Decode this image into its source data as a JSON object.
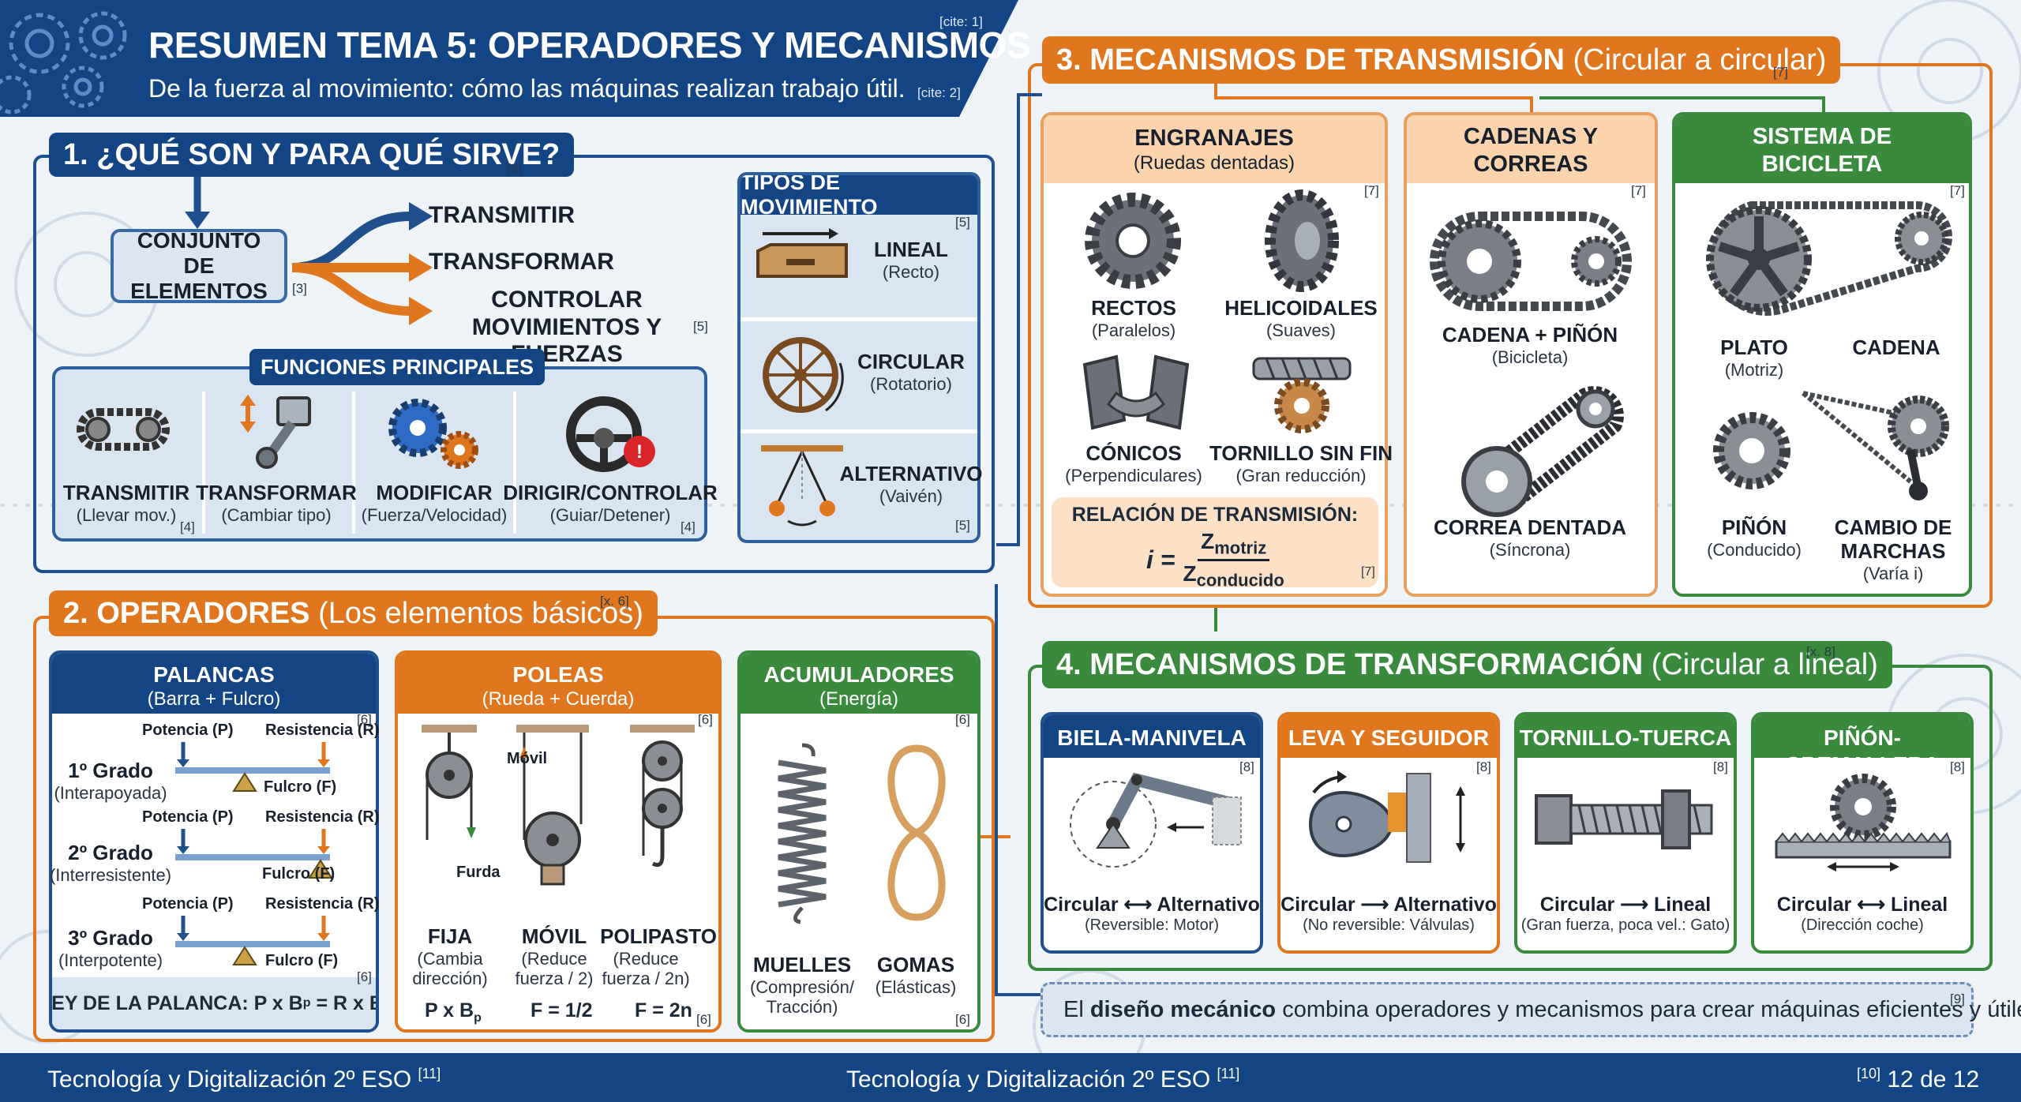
{
  "header": {
    "title": "RESUMEN TEMA 5: OPERADORES Y MECANISMOS",
    "subtitle": "De la fuerza al movimiento: cómo las máquinas realizan trabajo útil.",
    "cite_title": "[cite: 1]",
    "cite_subtitle": "[cite: 2]"
  },
  "s1": {
    "title": "1. ¿QUÉ SON Y PARA QUÉ SIRVE?",
    "cite": "[3]",
    "conjunto": "CONJUNTO DE ELEMENTOS",
    "conjunto_cite": "[3]",
    "branches": [
      "TRANSMITIR",
      "TRANSFORMAR",
      "CONTROLAR MOVIMIENTOS Y FUERZAS"
    ],
    "branches_cite": "[5]",
    "funciones_title": "FUNCIONES PRINCIPALES",
    "funciones": [
      {
        "name": "TRANSMITIR",
        "desc": "(Llevar mov.)",
        "cite": "[4]"
      },
      {
        "name": "TRANSFORMAR",
        "desc": "(Cambiar tipo)",
        "cite": ""
      },
      {
        "name": "MODIFICAR",
        "desc": "(Fuerza/Velocidad)",
        "cite": ""
      },
      {
        "name": "DIRIGIR/CONTROLAR",
        "desc": "(Guiar/Detener)",
        "cite": "[4]"
      }
    ]
  },
  "tipos": {
    "title": "TIPOS DE MOVIMIENTO",
    "items": [
      {
        "name": "LINEAL",
        "desc": "(Recto)",
        "cite": "[5]"
      },
      {
        "name": "CIRCULAR",
        "desc": "(Rotatorio)",
        "cite": ""
      },
      {
        "name": "ALTERNATIVO",
        "desc": "(Vaivén)",
        "cite": "[5]"
      }
    ]
  },
  "s2": {
    "title": "2. OPERADORES",
    "title_paren": "(Los elementos básicos)",
    "cite": "[x. 6]",
    "palancas": {
      "title": "PALANCAS",
      "sub": "(Barra + Fulcro)",
      "cite": "[6]",
      "potencia": "Potencia (P)",
      "resistencia": "Resistencia (R)",
      "fulcro": "Fulcro (F)",
      "grades": [
        {
          "name": "1º Grado",
          "desc": "(Interapoyada)"
        },
        {
          "name": "2º Grado",
          "desc": "(Interresistente)"
        },
        {
          "name": "3º Grado",
          "desc": "(Interpotente)"
        }
      ],
      "cite2": "[6]",
      "ley": "LEY DE LA PALANCA: P x B",
      "ley_p": "p",
      "ley_mid": " = R x B",
      "ley_r": "r"
    },
    "poleas": {
      "title": "POLEAS",
      "sub": "(Rueda + Cuerda)",
      "cite": "[6]",
      "movil_lbl": "Móvil",
      "furda": "Furda",
      "items": [
        {
          "name": "FIJA",
          "desc": "(Cambia dirección)",
          "formula": "P x B",
          "formula_sub": "p"
        },
        {
          "name": "MÓVIL",
          "desc": "(Reduce fuerza / 2)",
          "formula": "F = 1/2"
        },
        {
          "name": "POLIPASTO",
          "desc": "(Reduce fuerza / 2n)",
          "formula": "F = 2n"
        }
      ],
      "cite2": "[6]"
    },
    "acumuladores": {
      "title": "ACUMULADORES",
      "sub": "(Energía)",
      "cite": "[6]",
      "items": [
        {
          "name": "MUELLES",
          "desc": "(Compresión/ Tracción)"
        },
        {
          "name": "GOMAS",
          "desc": "(Elásticas)"
        }
      ],
      "cite2": "[6]"
    }
  },
  "s3": {
    "title": "3. MECANISMOS DE TRANSMISIÓN",
    "title_paren": "(Circular a circular)",
    "cite": "[7]",
    "engranajes": {
      "title": "ENGRANAJES",
      "sub": "(Ruedas dentadas)",
      "cite": "[7]",
      "items": [
        {
          "name": "RECTOS",
          "desc": "(Paralelos)"
        },
        {
          "name": "HELICOIDALES",
          "desc": "(Suaves)"
        },
        {
          "name": "CÓNICOS",
          "desc": "(Perpendiculares)"
        },
        {
          "name": "TORNILLO SIN FIN",
          "desc": "(Gran reducción)"
        }
      ],
      "relacion_title": "RELACIÓN DE TRANSMISIÓN:",
      "relacion_i": "i =",
      "relacion_num": "Z",
      "relacion_num_sub": "motriz",
      "relacion_den": "Z",
      "relacion_den_sub": "conducido",
      "relacion_cite": "[7]"
    },
    "cadenas": {
      "title": "CADENAS Y CORREAS",
      "cite": "[7]",
      "items": [
        {
          "name": "CADENA + PIÑÓN",
          "desc": "(Bicicleta)"
        },
        {
          "name": "CORREA DENTADA",
          "desc": "(Síncrona)"
        }
      ]
    },
    "bicicleta": {
      "title": "SISTEMA DE BICICLETA",
      "cite": "[7]",
      "items": [
        {
          "name": "PLATO",
          "desc": "(Motriz)"
        },
        {
          "name": "CADENA",
          "desc": ""
        },
        {
          "name": "PIÑÓN",
          "desc": "(Conducido)"
        },
        {
          "name": "CAMBIO DE MARCHAS",
          "desc": "(Varía i)"
        }
      ]
    }
  },
  "s4": {
    "title": "4. MECANISMOS DE TRANSFORMACIÓN",
    "title_paren": "(Circular a lineal)",
    "cite": "[x. 8]",
    "items": [
      {
        "title": "BIELA-MANIVELA",
        "cite": "[8]",
        "name": "Circular ⟷ Alternativo",
        "desc": "(Reversible: Motor)"
      },
      {
        "title": "LEVA Y SEGUIDOR",
        "cite": "[8]",
        "name": "Circular ⟶ Alternativo",
        "desc": "(No reversible: Válvulas)"
      },
      {
        "title": "TORNILLO-TUERCA",
        "cite": "[8]",
        "name": "Circular ⟶ Lineal",
        "desc": "(Gran fuerza, poca vel.: Gato)"
      },
      {
        "title": "PIÑÓN-CREMALLERA",
        "cite": "[8]",
        "name": "Circular ⟷ Lineal",
        "desc": "(Dirección coche)"
      }
    ]
  },
  "conclusion": {
    "pre": "El ",
    "bold": "diseño mecánico",
    "post": " combina operadores y mecanismos para crear máquinas eficientes y útiles.",
    "cite": "[9]"
  },
  "footer": {
    "left": "Tecnología y Digitalización 2º ESO",
    "left_cite": "[11]",
    "center": "Tecnología y Digitalización 2º ESO",
    "center_cite": "[11]",
    "right_cite": "[10]",
    "page": "12 de 12"
  },
  "colors": {
    "blue": "#1a4a86",
    "orange": "#e0761e",
    "green": "#3a8a3e",
    "navy": "#11335e"
  }
}
